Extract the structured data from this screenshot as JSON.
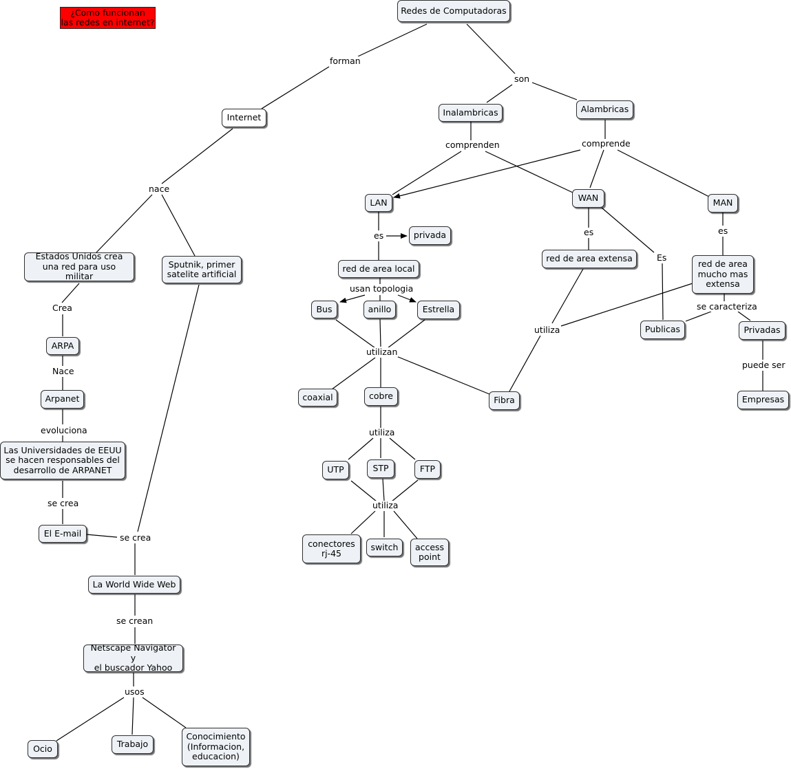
{
  "title_note": "¿Como funcionan\nlas redes en internet?",
  "nodes": {
    "redes": "Redes de Computadoras",
    "internet": "Internet",
    "inalambricas": "Inalambricas",
    "alambricas": "Alambricas",
    "lan": "LAN",
    "wan": "WAN",
    "man": "MAN",
    "privada": "privada",
    "red_area_local": "red de area local",
    "red_area_extensa": "red de area extensa",
    "red_area_mucho": "red de area\nmucho mas\nextensa",
    "bus": "Bus",
    "anillo": "anillo",
    "estrella": "Estrella",
    "publicas": "Publicas",
    "privadas": "Privadas",
    "empresas": "Empresas",
    "coaxial": "coaxial",
    "cobre": "cobre",
    "fibra": "Fibra",
    "utp": "UTP",
    "stp": "STP",
    "ftp": "FTP",
    "rj45": "conectores\nrj-45",
    "switch": "switch",
    "access_point": "access\npoint",
    "eeuu": "Estados Unidos crea\nuna red para uso militar",
    "sputnik": "Sputnik, primer\nsatelite artificial",
    "arpa": "ARPA",
    "arpanet": "Arpanet",
    "universidades": "Las Universidades de EEUU\nse hacen responsables del\ndesarrollo de ARPANET",
    "email": "El E-mail",
    "www": "La World Wide Web",
    "netscape": "Netscape Navigator y\nel buscador Yahoo",
    "ocio": "Ocio",
    "trabajo": "Trabajo",
    "conocimiento": "Conocimiento\n(Informacion,\neducacion)"
  },
  "links": {
    "forman": "forman",
    "son": "son",
    "comprenden": "comprenden",
    "comprende": "comprende",
    "es_lan": "es",
    "es_wan": "es",
    "es_man": "es",
    "es_cap": "Es",
    "usan_topologia": "usan topologia",
    "utilizan": "utilizan",
    "utiliza_wan": "utiliza",
    "se_caracteriza": "se caracteriza",
    "puede_ser": "puede ser",
    "utiliza_cobre": "utiliza",
    "utiliza_cables": "utiliza",
    "nace": "nace",
    "crea": "Crea",
    "nace_cap": "Nace",
    "evoluciona": "evoluciona",
    "se_crea_1": "se crea",
    "se_crea_2": "se crea",
    "se_crean": "se crean",
    "usos": "usos"
  }
}
